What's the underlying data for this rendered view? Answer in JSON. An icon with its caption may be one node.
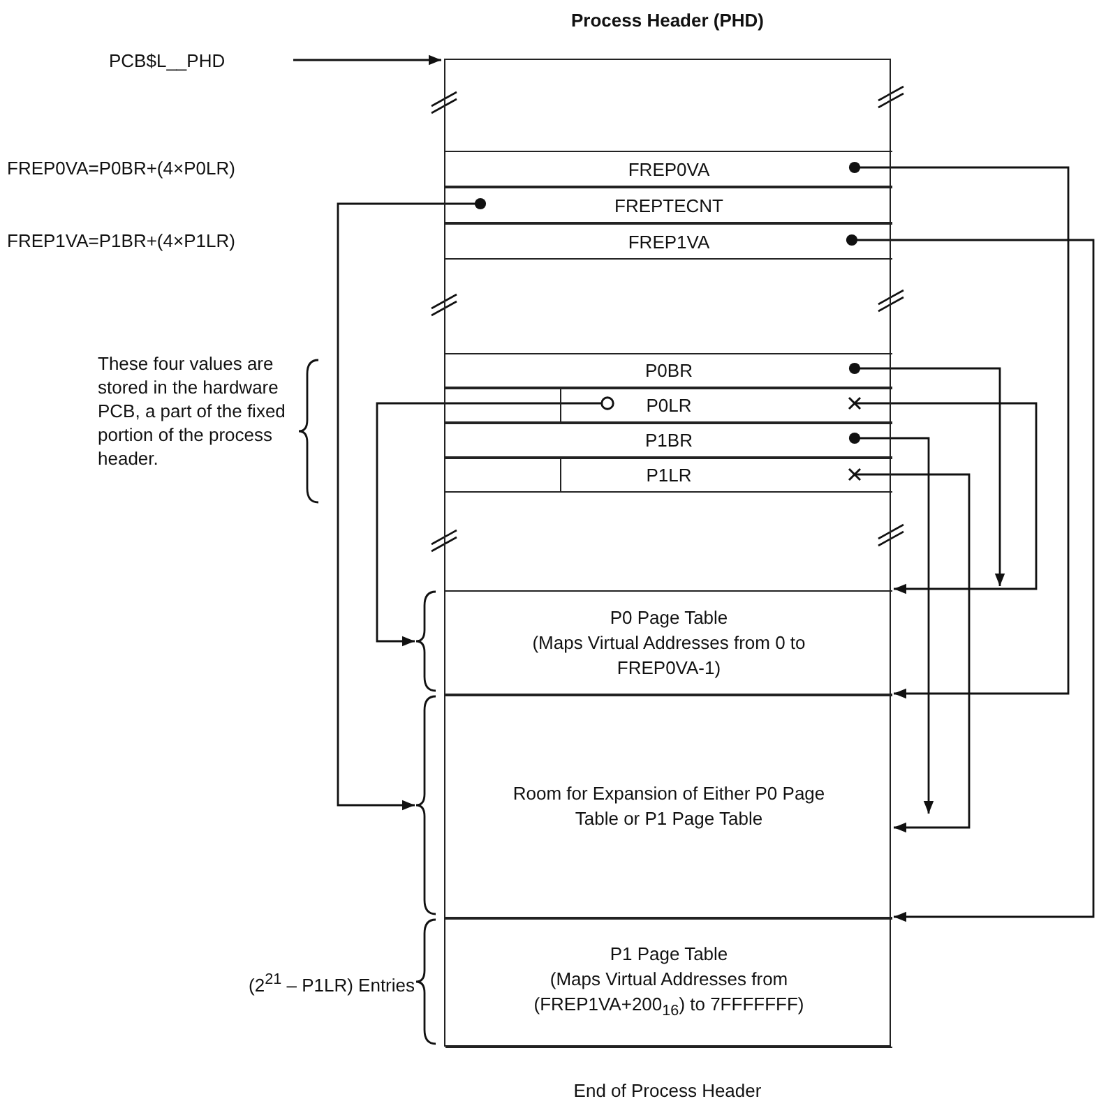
{
  "diagram": {
    "nodes": [
      {
        "text": [
          "Process Header (PHD)"
        ]
      },
      {
        "text": [
          "PCB$L__PHD"
        ]
      },
      {
        "text": [
          "FREP0VA"
        ],
        "in": 0
      },
      {
        "text": [
          "FREPTECNT"
        ],
        "in": 0
      },
      {
        "text": [
          "FREP1VA"
        ],
        "in": 0
      },
      {
        "text": [
          "P0BR"
        ],
        "in": 0
      },
      {
        "text": [
          "P0LR"
        ],
        "in": 0
      },
      {
        "text": [
          "P1BR"
        ],
        "in": 0
      },
      {
        "text": [
          "P1LR"
        ],
        "in": 0
      },
      {
        "text": [
          "P0 Page Table",
          "(Maps Virtual Addresses from 0 to FREP0VA-1)"
        ],
        "in": 0
      },
      {
        "text": [
          "Room for Expansion of Either P0 Page Table or P1 Page Table"
        ],
        "in": 0
      },
      {
        "text": [
          "P1 Page Table",
          "(Maps Virtual Addresses from (FREP1VA+200$_{16}$) to 7FFFFFFF)"
        ],
        "in": 0
      }
    ],
    "edges": [
      {
        "from": 1,
        "to": 0,
        "arrow": "to"
      },
      {
        "from": 2,
        "to": 10,
        "arrow": "to"
      },
      {
        "from": 3,
        "to": 10,
        "arrow": "to"
      },
      {
        "from": 4,
        "to": 11,
        "arrow": "to"
      },
      {
        "from": 5,
        "to": 9,
        "arrow": "to"
      },
      {
        "from": 6,
        "to": 9,
        "arrow": "to"
      },
      {
        "from": 6,
        "to": 9,
        "arrow": "to"
      },
      {
        "from": 7,
        "to": 10,
        "arrow": "to"
      },
      {
        "from": 8,
        "to": 10,
        "arrow": "to"
      }
    ],
    "labels": [
      "FREP0VA=P0BR+(4×P0LR)",
      "FREP1VA=P1BR+(4×P1LR)",
      "These four values are stored in the hardware PCB, a part of the fixed portion of the process header.",
      "(2$^{21}$ – P1LR) Entries",
      "End of Process Header"
    ]
  }
}
